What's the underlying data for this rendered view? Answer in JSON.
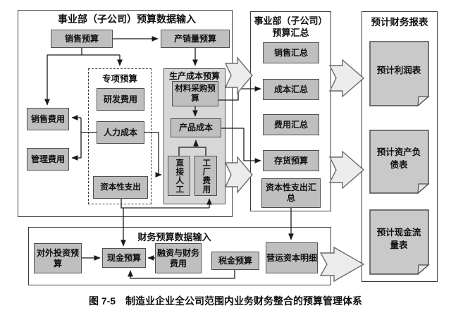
{
  "figure": {
    "caption": "图 7-5　制造业企业全公司范围内业务财务整合的预算管理体系"
  },
  "division_input": {
    "title": "事业部（子公司）预算数据输入",
    "sales_budget": "销售预算",
    "production_sales_volume_budget": "产销量预算",
    "selling_expense": "销售费用",
    "admin_expense": "管理费用",
    "special_budget": {
      "title": "专项预算",
      "rd_expense": "研发费用",
      "hr_cost": "人力成本",
      "capex": "资本性支出"
    },
    "production_cost_budget": {
      "title": "生产成本预算",
      "material_purchase_budget": "材料采购预算",
      "product_cost": "产品成本",
      "direct_labor": "直接人工",
      "factory_overhead": "工厂费用"
    }
  },
  "division_summary": {
    "title_line1": "事业部（子公司）",
    "title_line2": "预算汇总",
    "items": [
      "销售汇总",
      "成本汇总",
      "费用汇总",
      "存货预算",
      "资本性支出汇总"
    ]
  },
  "financial_input": {
    "title": "财务预算数据输入",
    "external_investment_budget": "对外投资预算",
    "cash_budget": "现金预算",
    "financing_finance_expense": "融资与财务费用",
    "tax_budget": "税金预算",
    "working_capital_detail": "营运资本明细"
  },
  "projected_statements": {
    "title": "预计财务报表",
    "income_statement": "预计利润表",
    "balance_sheet": "预计资产负债表",
    "cash_flow_statement": "预计现金流量表"
  },
  "colors": {
    "box_fill": "#bfbfbf",
    "container_fill": "#d7d7d7",
    "doc_fill": "#c9c9c9",
    "chevron_fill": "#ececec",
    "line": "#222222"
  }
}
